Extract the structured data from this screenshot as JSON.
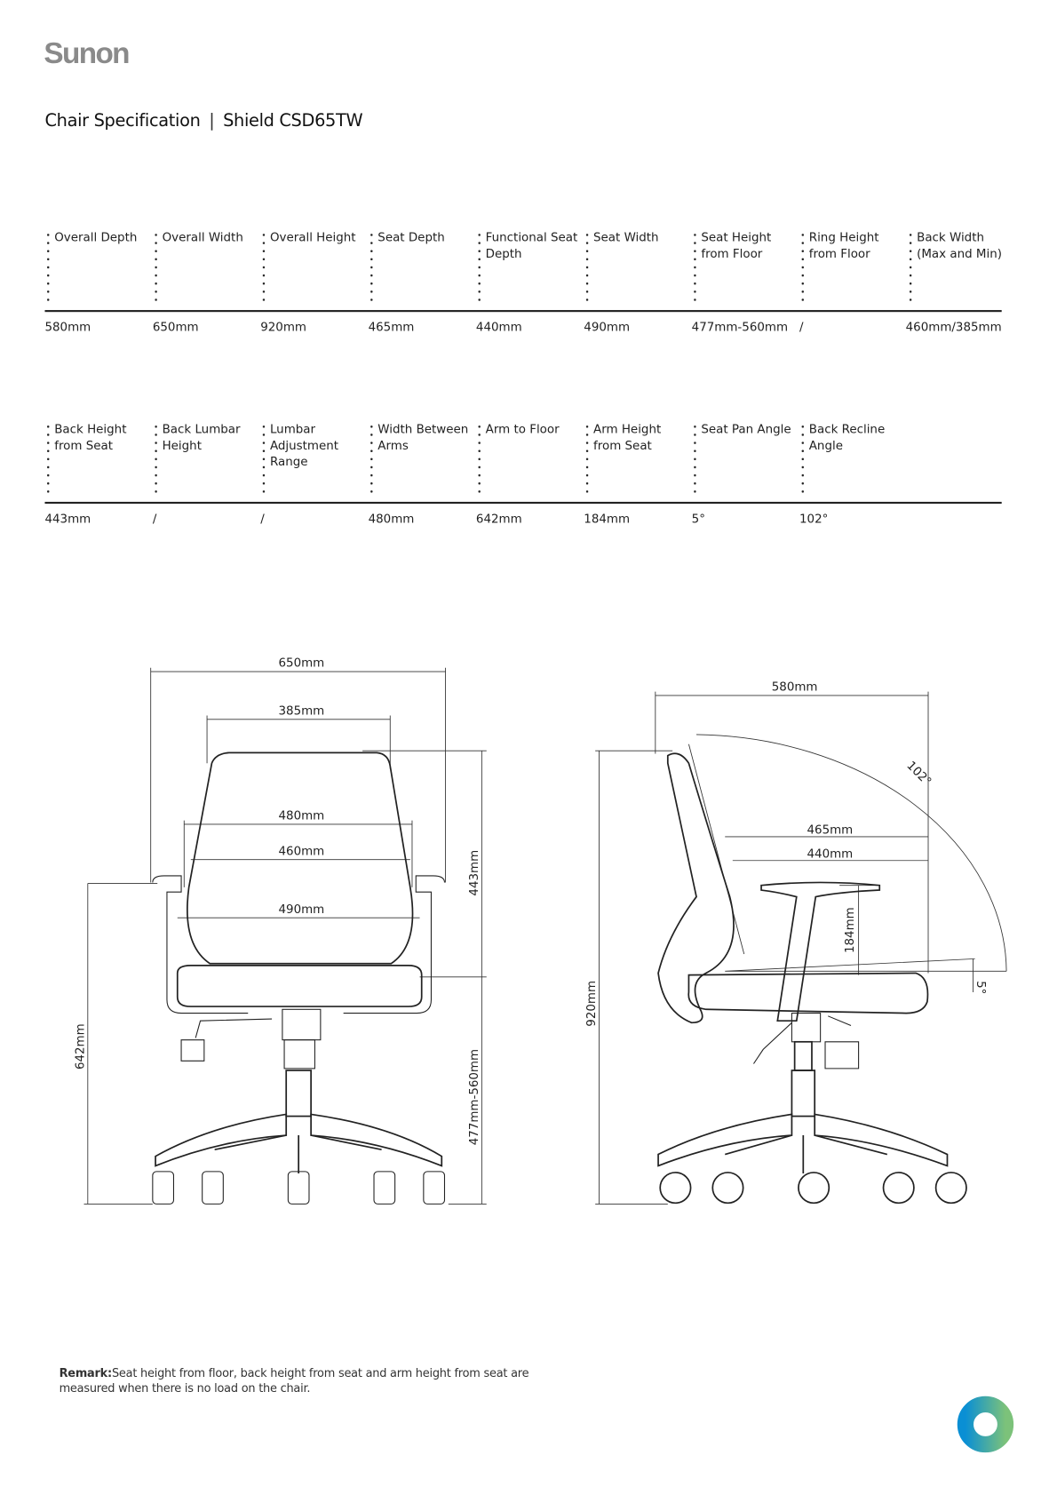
{
  "brand": {
    "logo_text": "Sunon"
  },
  "header": {
    "title": "Chair Specification",
    "separator": "|",
    "model": "Shield CSD65TW"
  },
  "spec_table_1": {
    "headers": [
      "Overall Depth",
      "Overall Width",
      "Overall Height",
      "Seat Depth",
      "Functional Seat Depth",
      "Seat Width",
      "Seat Height from Floor",
      "Ring Height from Floor",
      "Back Width (Max and Min)"
    ],
    "values": [
      "580mm",
      "650mm",
      "920mm",
      "465mm",
      "440mm",
      "490mm",
      "477mm-560mm",
      "/",
      "460mm/385mm"
    ]
  },
  "spec_table_2": {
    "headers": [
      "Back Height from Seat",
      "Back Lumbar Height",
      "Lumbar Adjustment Range",
      "Width Between Arms",
      "Arm to Floor",
      "Arm Height from Seat",
      "Seat Pan Angle",
      "Back Recline Angle"
    ],
    "values": [
      "443mm",
      "/",
      "/",
      "480mm",
      "642mm",
      "184mm",
      "5°",
      "102°"
    ]
  },
  "front_view": {
    "overall_width": "650mm",
    "back_width_min": "385mm",
    "width_between_arms": "480mm",
    "back_width_max": "460mm",
    "seat_width": "490mm",
    "back_height": "443mm",
    "arm_to_floor": "642mm",
    "seat_height": "477mm-560mm"
  },
  "side_view": {
    "overall_depth": "580mm",
    "overall_height": "920mm",
    "seat_depth": "465mm",
    "functional_seat_depth": "440mm",
    "arm_height": "184mm",
    "recline_angle": "102°",
    "seat_pan_angle": "5°"
  },
  "remark": {
    "label": "Remark:",
    "text": "Seat height from floor, back height from seat and arm height from seat are measured when there is no load on the chair."
  },
  "colors": {
    "logo_gray": "#8a8a8a",
    "badge_blue": "#0a8fd4",
    "badge_green": "#7cc27a"
  }
}
